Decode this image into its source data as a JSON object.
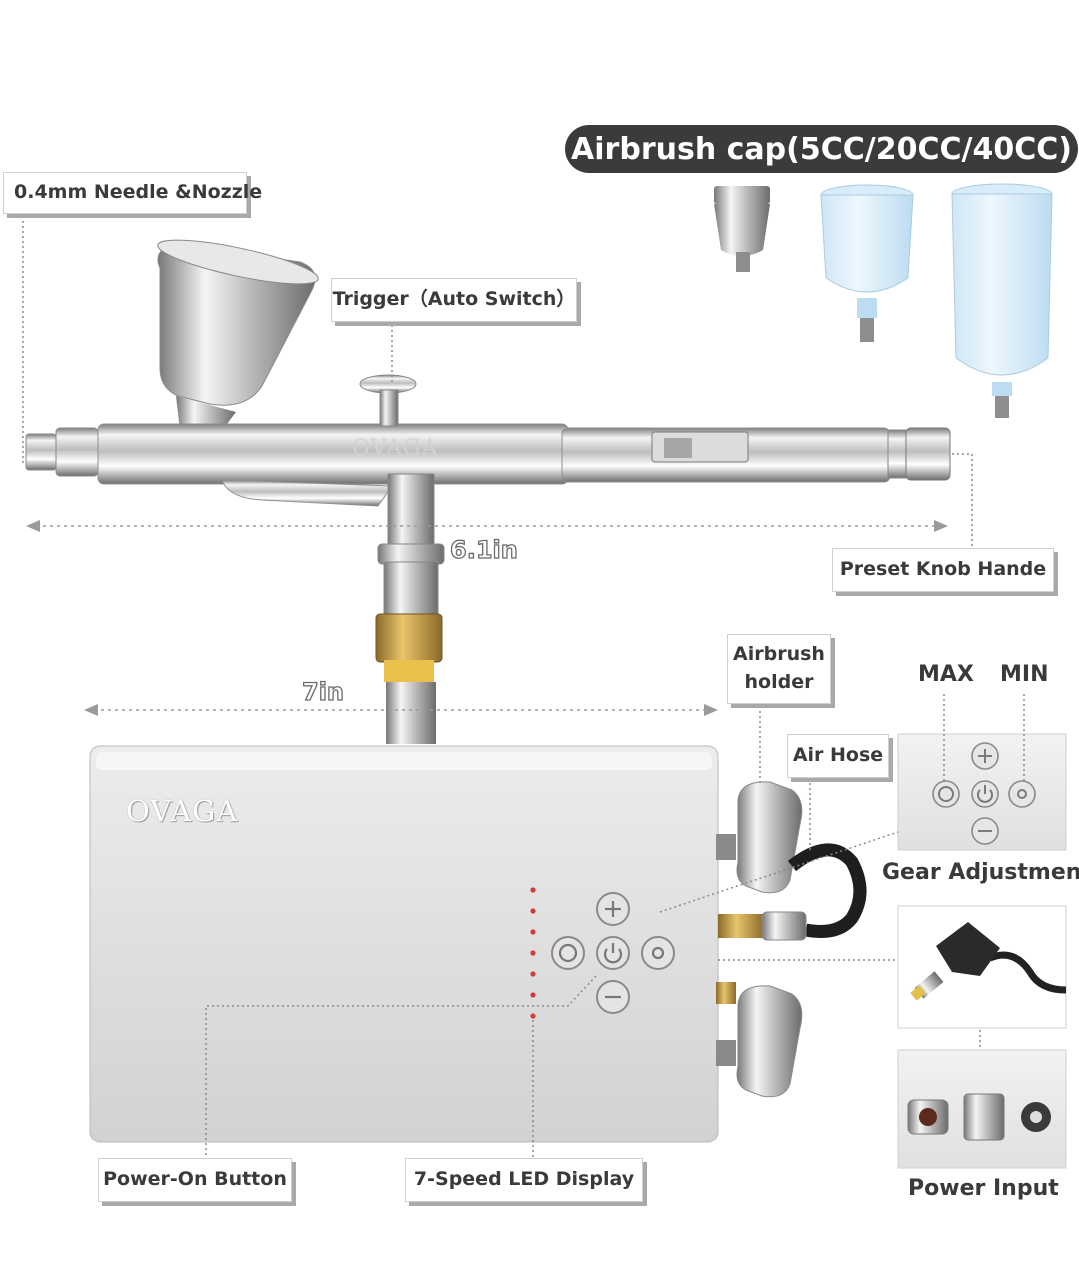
{
  "header": {
    "cap_title": "Airbrush cap(5CC/20CC/40CC)"
  },
  "airbrush": {
    "brand": "OVAGA",
    "labels": {
      "needle": "0.4mm Needle &Nozzle",
      "trigger": "Trigger（Auto Switch）",
      "preset_knob": "Preset Knob Hande"
    },
    "length": "6.1in"
  },
  "compressor": {
    "brand": "OVAGA",
    "width": "7in",
    "labels": {
      "airbrush_holder_line1": "Airbrush",
      "airbrush_holder_line2": "holder",
      "air_hose": "Air Hose",
      "power_on_button": "Power-On Button",
      "led_display": "7-Speed LED Display"
    }
  },
  "gear_panel": {
    "max_label": "MAX",
    "min_label": "MIN",
    "caption": "Gear Adjustment"
  },
  "power": {
    "caption": "Power Input"
  },
  "colors": {
    "label_shadow": "#a9a9a9",
    "pill_bg": "#3b3b3b",
    "led_red": "#d23a3a"
  }
}
